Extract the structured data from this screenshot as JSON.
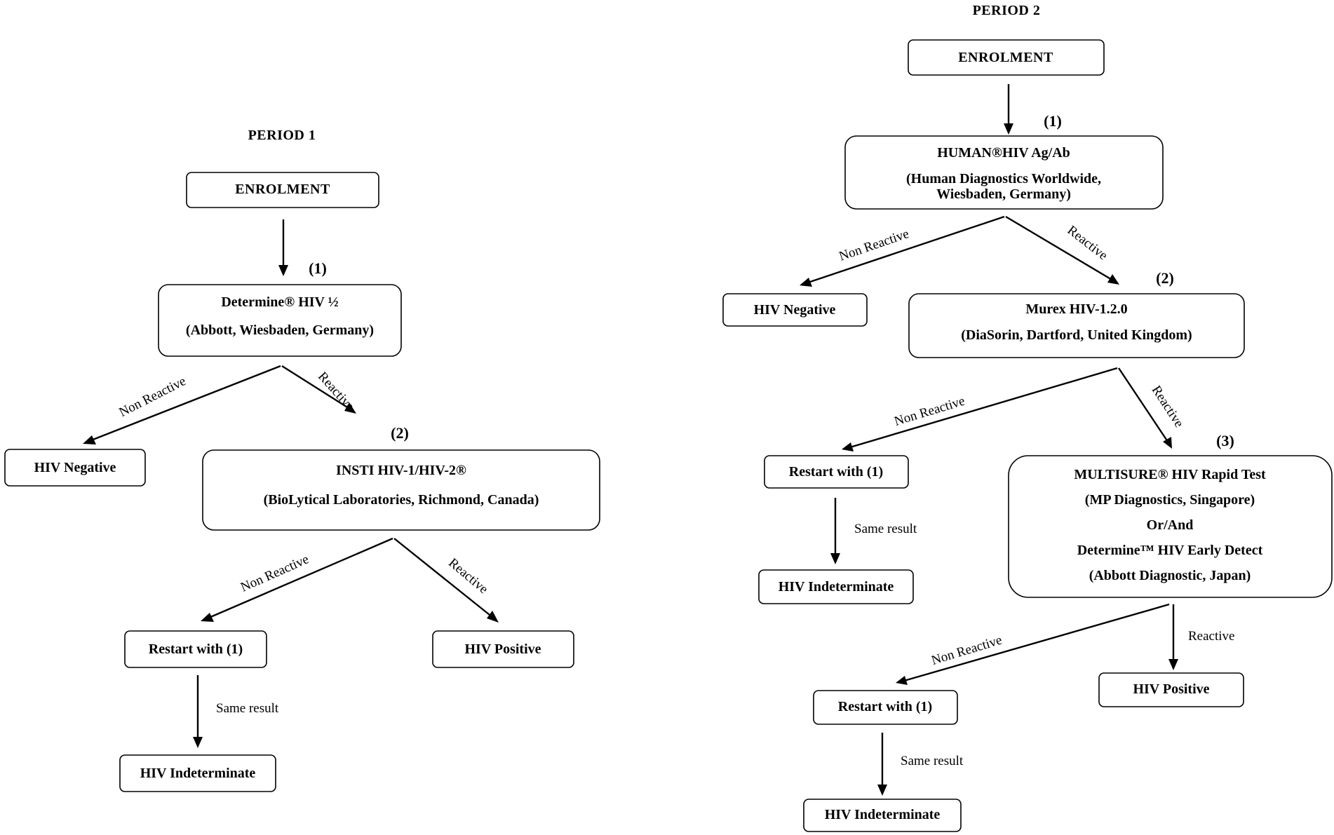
{
  "period1": {
    "title": "PERIOD 1",
    "enrolment": "ENROLMENT",
    "step1_num": "(1)",
    "test1_line1": "Determine® HIV ½",
    "test1_line2": "(Abbott, Wiesbaden, Germany)",
    "non_reactive_1": "Non Reactive",
    "reactive_1": "Reactive",
    "hiv_negative": "HIV Negative",
    "step2_num": "(2)",
    "test2_line1": "INSTI HIV-1/HIV-2®",
    "test2_line2": "(BioLytical Laboratories, Richmond, Canada)",
    "non_reactive_2": "Non Reactive",
    "reactive_2": "Reactive",
    "restart": "Restart with (1)",
    "hiv_positive": "HIV Positive",
    "same_result": "Same result",
    "hiv_indeterminate": "HIV Indeterminate"
  },
  "period2": {
    "title": "PERIOD 2",
    "enrolment": "ENROLMENT",
    "step1_num": "(1)",
    "test1_line1": "HUMAN®HIV Ag/Ab",
    "test1_line2": "(Human Diagnostics Worldwide,",
    "test1_line3": "Wiesbaden, Germany)",
    "non_reactive_1": "Non Reactive",
    "reactive_1": "Reactive",
    "hiv_negative": "HIV Negative",
    "step2_num": "(2)",
    "test2_line1": "Murex HIV-1.2.0",
    "test2_line2": "(DiaSorin, Dartford, United Kingdom)",
    "non_reactive_2": "Non Reactive",
    "reactive_2": "Reactive",
    "restart_a": "Restart with (1)",
    "same_result_a": "Same result",
    "hiv_indeterminate_a": "HIV Indeterminate",
    "step3_num": "(3)",
    "test3_line1": "MULTISURE® HIV Rapid Test",
    "test3_line2": "(MP Diagnostics, Singapore)",
    "test3_line3": "Or/And",
    "test3_line4": "Determine™ HIV Early Detect",
    "test3_line5": "(Abbott Diagnostic, Japan)",
    "non_reactive_3": "Non Reactive",
    "reactive_3": "Reactive",
    "hiv_positive": "HIV Positive",
    "restart_b": "Restart with (1)",
    "same_result_b": "Same result",
    "hiv_indeterminate_b": "HIV Indeterminate"
  }
}
